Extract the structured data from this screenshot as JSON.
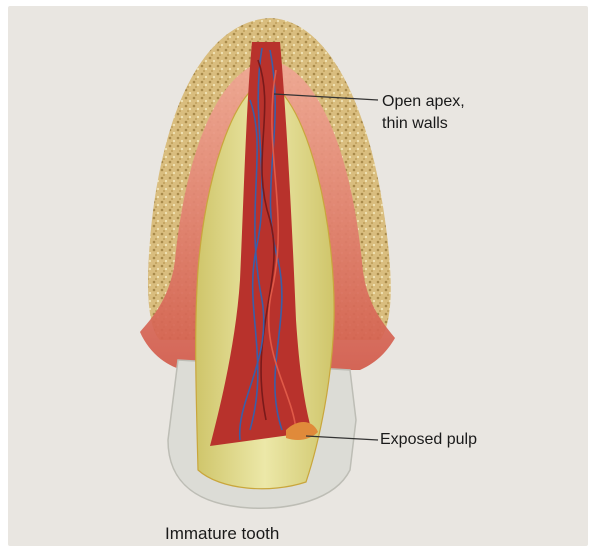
{
  "labels": {
    "open_apex_line1": "Open apex,",
    "open_apex_line2": "thin walls",
    "exposed_pulp": "Exposed pulp"
  },
  "caption": "Immature tooth",
  "colors": {
    "background": "#e9e6e1",
    "bone": "#d6b978",
    "gingiva": "#e88a78",
    "dentin": "#e3de8c",
    "pulp": "#b8322c",
    "nerve": "#3a5fa8",
    "enamel": "#dcdcd6"
  }
}
